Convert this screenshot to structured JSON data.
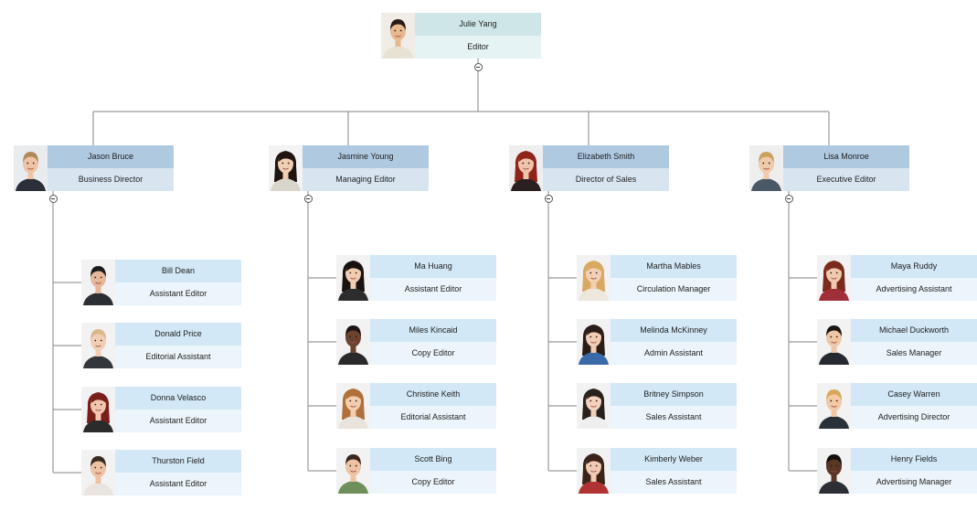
{
  "root": {
    "name": "Julie Yang",
    "title": "Editor",
    "photo": {
      "skin": "#e8b98f",
      "hair": "#2a1c14",
      "shirt": "#e8e2d4",
      "bg": "#f1ece6",
      "hairStyle": "short"
    },
    "colors": {
      "name": "#cfe6e8",
      "title": "#e6f3f4"
    }
  },
  "managers": [
    {
      "name": "Jason Bruce",
      "title": "Business Director",
      "photo": {
        "skin": "#efc3a5",
        "hair": "#b08a5a",
        "shirt": "#2a2f3a",
        "bg": "#e9ecef",
        "hairStyle": "short"
      },
      "colors": {
        "name": "#afc9e1",
        "title": "#d8e5f1"
      },
      "reports": [
        {
          "name": "Bill Dean",
          "title": "Assistant Editor",
          "photo": {
            "skin": "#e4b898",
            "hair": "#1d1a18",
            "shirt": "#2b2e33",
            "bg": "#f2f2f2",
            "hairStyle": "short"
          }
        },
        {
          "name": "Donald Price",
          "title": "Editorial Assistant",
          "photo": {
            "skin": "#f1cfb5",
            "hair": "#d9b98a",
            "shirt": "#33363b",
            "bg": "#f2f2f2",
            "hairStyle": "short"
          }
        },
        {
          "name": "Donna Velasco",
          "title": "Assistant Editor",
          "photo": {
            "skin": "#f0c6ad",
            "hair": "#7a1e1a",
            "shirt": "#2b2b2b",
            "bg": "#f2f2f2",
            "hairStyle": "long"
          }
        },
        {
          "name": "Thurston Field",
          "title": "Assistant Editor",
          "photo": {
            "skin": "#eec2a4",
            "hair": "#3b2a20",
            "shirt": "#e9e4df",
            "bg": "#f2f2f2",
            "hairStyle": "short"
          }
        }
      ]
    },
    {
      "name": "Jasmine Young",
      "title": "Managing Editor",
      "photo": {
        "skin": "#f0cfb3",
        "hair": "#1f1410",
        "shirt": "#d9d4cc",
        "bg": "#f3f3f3",
        "hairStyle": "long"
      },
      "colors": {
        "name": "#afc9e1",
        "title": "#d8e5f1"
      },
      "reports": [
        {
          "name": "Ma Huang",
          "title": "Assistant Editor",
          "photo": {
            "skin": "#f0cdb2",
            "hair": "#1a1210",
            "shirt": "#2d2d2d",
            "bg": "#f2f2f2",
            "hairStyle": "long"
          }
        },
        {
          "name": "Miles Kincaid",
          "title": "Copy Editor",
          "photo": {
            "skin": "#6b4430",
            "hair": "#1c1410",
            "shirt": "#2a2a2a",
            "bg": "#f2f2f2",
            "hairStyle": "short"
          }
        },
        {
          "name": "Christine Keith",
          "title": "Editorial Assistant",
          "photo": {
            "skin": "#f2cdb0",
            "hair": "#b0703a",
            "shirt": "#e9e3dc",
            "bg": "#f2f2f2",
            "hairStyle": "long"
          }
        },
        {
          "name": "Scott Bing",
          "title": "Copy Editor",
          "photo": {
            "skin": "#ecc3a3",
            "hair": "#3a281c",
            "shirt": "#6f8f5a",
            "bg": "#f2f2f2",
            "hairStyle": "short"
          }
        }
      ]
    },
    {
      "name": "Elizabeth Smith",
      "title": "Director of Sales",
      "photo": {
        "skin": "#efc5aa",
        "hair": "#8f2418",
        "shirt": "#2a2020",
        "bg": "#eeeeee",
        "hairStyle": "long"
      },
      "colors": {
        "name": "#afc9e1",
        "title": "#d8e5f1"
      },
      "reports": [
        {
          "name": "Martha Mables",
          "title": "Circulation Manager",
          "photo": {
            "skin": "#f3d0b5",
            "hair": "#d9a862",
            "shirt": "#ede7dd",
            "bg": "#f2f2f2",
            "hairStyle": "long"
          }
        },
        {
          "name": "Melinda McKinney",
          "title": "Admin Assistant",
          "photo": {
            "skin": "#f0cdb4",
            "hair": "#2a1c16",
            "shirt": "#3a6aa8",
            "bg": "#f2f2f2",
            "hairStyle": "long"
          }
        },
        {
          "name": "Britney Simpson",
          "title": "Sales Assistant",
          "photo": {
            "skin": "#f2d2bd",
            "hair": "#2a201c",
            "shirt": "#eeeeee",
            "bg": "#f2f2f2",
            "hairStyle": "long"
          }
        },
        {
          "name": "Kimberly Weber",
          "title": "Sales Assistant",
          "photo": {
            "skin": "#f1cbb4",
            "hair": "#3a2418",
            "shirt": "#b03232",
            "bg": "#f2f2f2",
            "hairStyle": "long"
          }
        }
      ]
    },
    {
      "name": "Lisa Monroe",
      "title": "Executive Editor",
      "photo": {
        "skin": "#f0caa9",
        "hair": "#c9a35e",
        "shirt": "#4a5868",
        "bg": "#eeeeee",
        "hairStyle": "short"
      },
      "colors": {
        "name": "#afc9e1",
        "title": "#d8e5f1"
      },
      "reports": [
        {
          "name": "Maya Ruddy",
          "title": "Advertising Assistant",
          "photo": {
            "skin": "#f0c9ae",
            "hair": "#7b2a1c",
            "shirt": "#a02f3a",
            "bg": "#f2f2f2",
            "hairStyle": "long"
          }
        },
        {
          "name": "Michael Duckworth",
          "title": "Sales Manager",
          "photo": {
            "skin": "#efc6a6",
            "hair": "#1c1612",
            "shirt": "#262a30",
            "bg": "#f2f2f2",
            "hairStyle": "short"
          }
        },
        {
          "name": "Casey Warren",
          "title": "Advertising Director",
          "photo": {
            "skin": "#f2c8a6",
            "hair": "#d8a85a",
            "shirt": "#2b3138",
            "bg": "#f2f2f2",
            "hairStyle": "short"
          }
        },
        {
          "name": "Henry Fields",
          "title": "Advertising Manager",
          "photo": {
            "skin": "#5a3624",
            "hair": "#140e0c",
            "shirt": "#2c2f36",
            "bg": "#f2f2f2",
            "hairStyle": "short"
          }
        }
      ]
    }
  ],
  "report_colors": {
    "name": "#d2e8f7",
    "title": "#ecf5fb"
  },
  "line_color": "#9a9a9a"
}
